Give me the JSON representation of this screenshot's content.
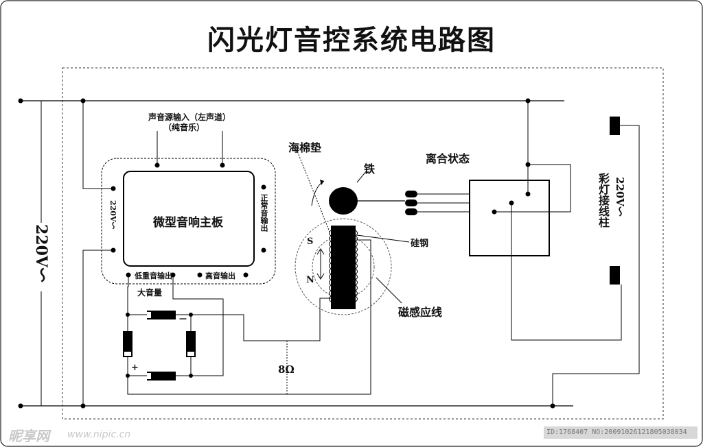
{
  "title": "闪光灯音控系统电路图",
  "labels": {
    "sound_source": "声音源输入（左声道）",
    "pure_music": "（纯音乐）",
    "sponge": "海棉垫",
    "iron": "铁",
    "separated_state": "离合状态",
    "board": "微型音响主板",
    "board_power": "220V～",
    "normal_out": "正常音输出",
    "silicon_steel": "硅钢",
    "pole_s": "S",
    "pole_n": "N",
    "bass_out": "低重音输出",
    "treble_out": "高音输出",
    "big_volume": "大音量",
    "minus": "－",
    "plus": "+",
    "magnetic_lines": "磁感应线",
    "ohm": "8Ω",
    "mains": "220V～",
    "lamp_terminal": "彩灯接线柱",
    "lamp_voltage": "220V～"
  },
  "watermark": {
    "logo": "昵享网",
    "url": "www.nipic.cn",
    "id": "ID:1768407 NO:20091026121805038034"
  },
  "colors": {
    "line": "#000000",
    "dashed": "#333333",
    "watermark": "#c8c8c8"
  }
}
